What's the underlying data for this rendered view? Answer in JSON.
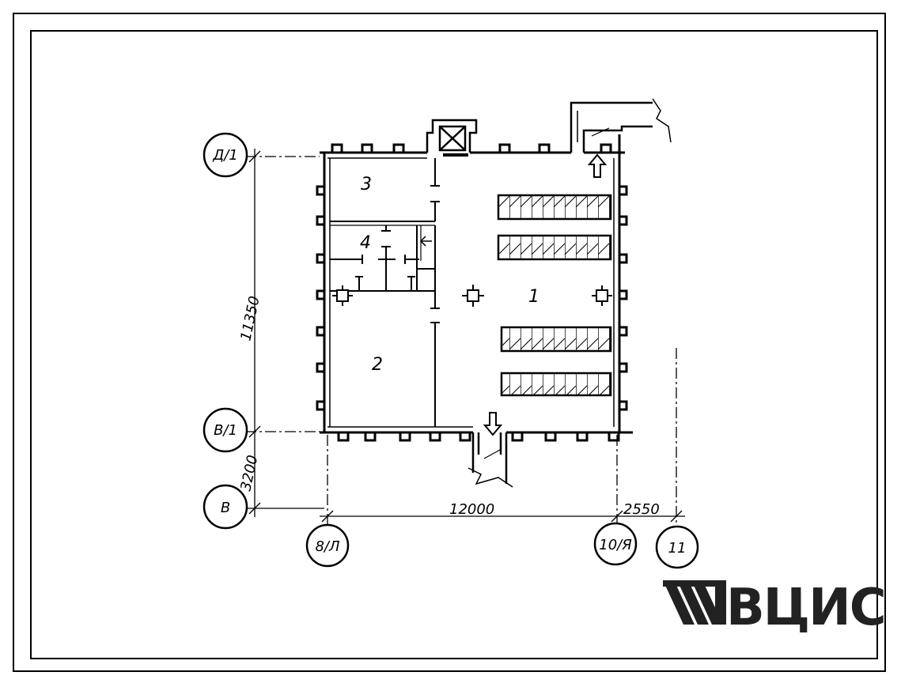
{
  "axes": {
    "d1": "Д/1",
    "v1": "В/1",
    "v": "В",
    "a8l": "8/Л",
    "a10ya": "10/Я",
    "a11": "11"
  },
  "dimensions": {
    "vertical_total": "11350",
    "vertical_lower": "3200",
    "horizontal_main": "12000",
    "horizontal_right": "2550"
  },
  "rooms": {
    "r1": "1",
    "r2": "2",
    "r3": "3",
    "r4": "4"
  },
  "logo": {
    "text": "ВЦИС"
  },
  "colors": {
    "ink": "#000000",
    "logo": "#222222",
    "background": "#ffffff"
  }
}
